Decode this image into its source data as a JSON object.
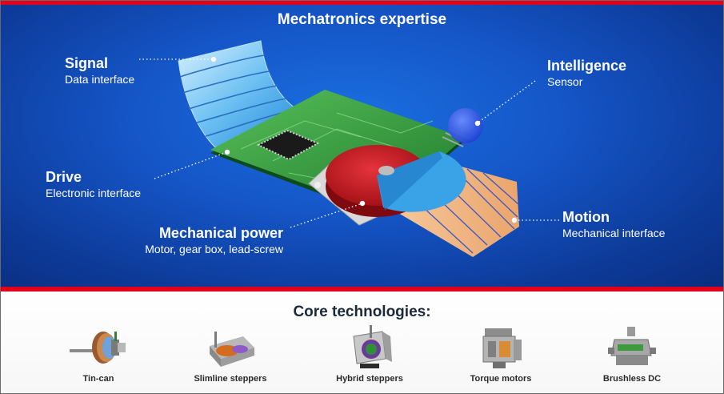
{
  "title": "Mechatronics expertise",
  "labels": {
    "signal": {
      "heading": "Signal",
      "sub": "Data interface"
    },
    "intelligence": {
      "heading": "Intelligence",
      "sub": "Sensor"
    },
    "drive": {
      "heading": "Drive",
      "sub": "Electronic interface"
    },
    "mechanical_power": {
      "heading": "Mechanical power",
      "sub": "Motor, gear box, lead-screw"
    },
    "motion": {
      "heading": "Motion",
      "sub": "Mechanical interface"
    }
  },
  "core": {
    "title": "Core technologies:",
    "products": [
      {
        "label": "Tin-can",
        "icon": "tin-can-motor-icon"
      },
      {
        "label": "Slimline steppers",
        "icon": "slimline-stepper-icon"
      },
      {
        "label": "Hybrid steppers",
        "icon": "hybrid-stepper-icon"
      },
      {
        "label": "Torque motors",
        "icon": "torque-motor-icon"
      },
      {
        "label": "Brushless DC",
        "icon": "brushless-dc-motor-icon"
      }
    ]
  },
  "colors": {
    "accent_red": "#e3001b",
    "panel_blue": "#1556c8",
    "pcb_green": "#2f9a3c",
    "ribbon_blue": "#5ab4ef",
    "motor_red": "#c8141c",
    "leadscrew_tan": "#f2b982"
  }
}
